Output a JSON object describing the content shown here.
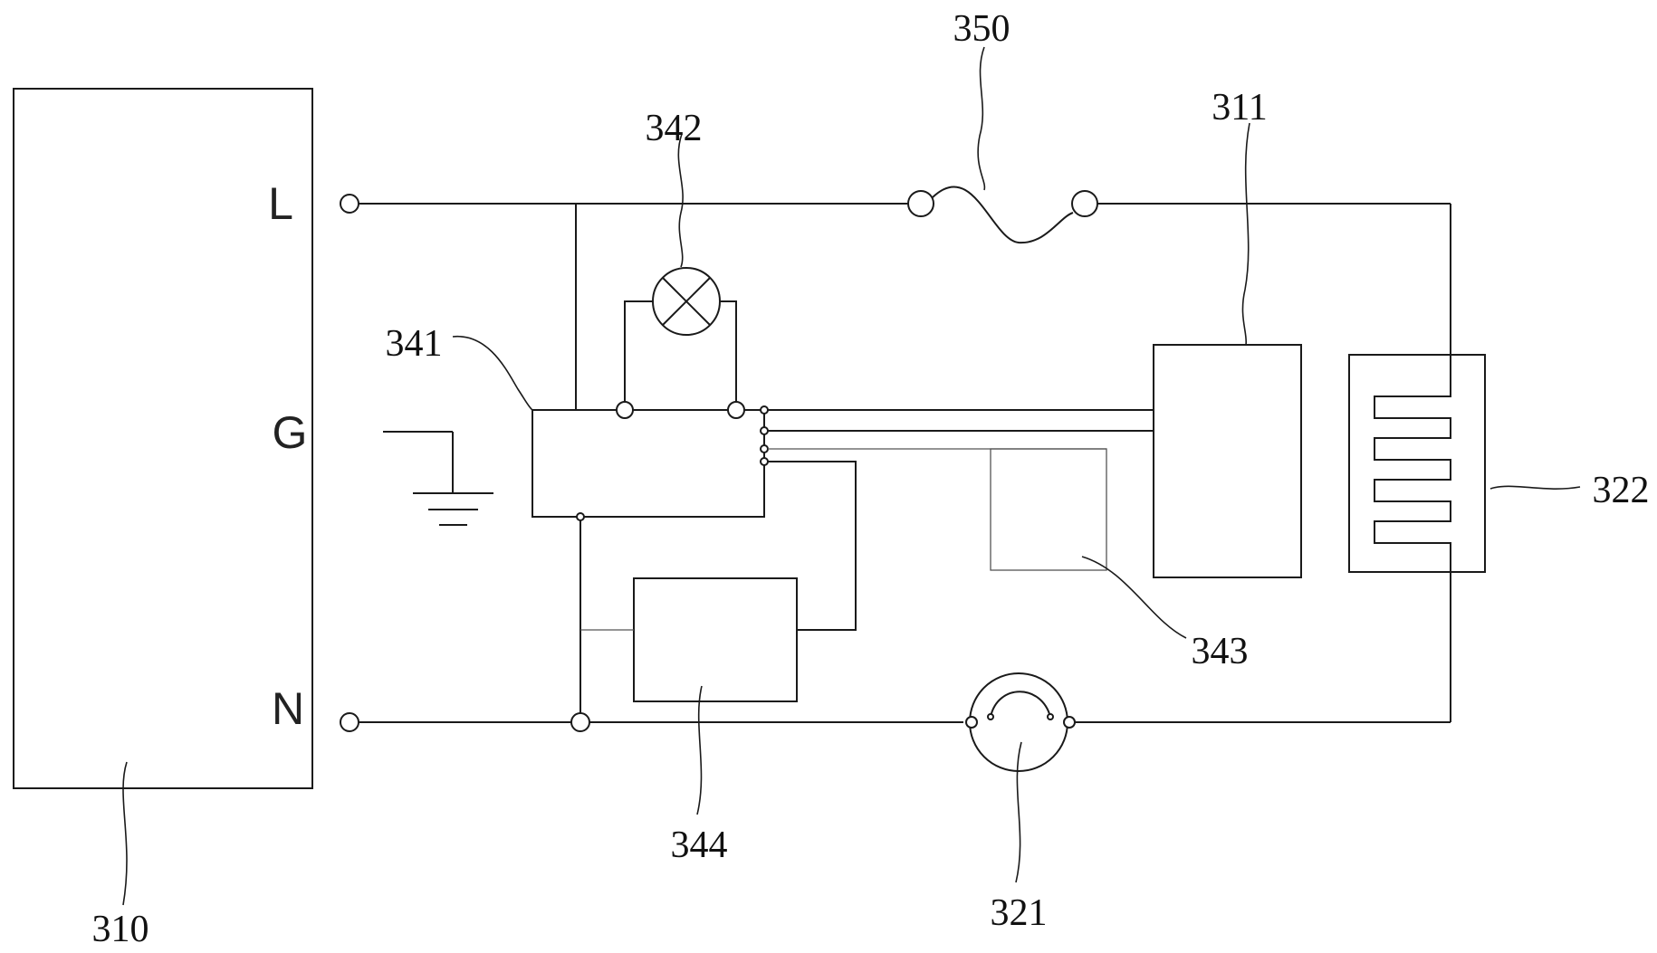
{
  "labels": {
    "power_source": "310",
    "sensor": "311",
    "thermostat": "321",
    "heater": "322",
    "controller": "341",
    "lamp": "342",
    "module_343": "343",
    "module_344": "344",
    "fuse": "350"
  },
  "terminals": {
    "live": "L",
    "ground": "G",
    "neutral": "N"
  }
}
